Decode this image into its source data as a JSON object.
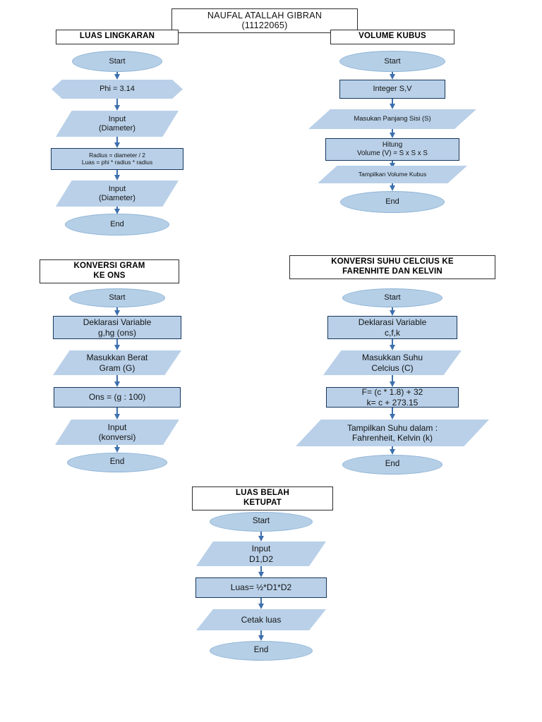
{
  "header": {
    "name": "NAUFAL ATALLAH GIBRAN",
    "student_id": "(11122065)"
  },
  "colors": {
    "node_fill": "#b9d0e8",
    "process_border": "#16365c",
    "arrow": "#3d6fad",
    "title_border": "#2b2b2b",
    "page_background": "#ffffff"
  },
  "charts": [
    {
      "id": "luas-lingkaran",
      "title_lines": [
        "LUAS LINGKARAN"
      ],
      "nodes": [
        {
          "shape": "terminator",
          "lines": [
            "Start"
          ]
        },
        {
          "shape": "preparation",
          "lines": [
            "Phi = 3.14"
          ]
        },
        {
          "shape": "io",
          "lines": [
            "Input",
            "(Diameter)"
          ]
        },
        {
          "shape": "process",
          "lines": [
            "Radius = diameter / 2",
            "Luas = phi * radius * radius"
          ]
        },
        {
          "shape": "io",
          "lines": [
            "Input",
            "(Diameter)"
          ]
        },
        {
          "shape": "terminator",
          "lines": [
            "End"
          ]
        }
      ]
    },
    {
      "id": "volume-kubus",
      "title_lines": [
        "VOLUME KUBUS"
      ],
      "nodes": [
        {
          "shape": "terminator",
          "lines": [
            "Start"
          ]
        },
        {
          "shape": "process",
          "lines": [
            "Integer S,V"
          ]
        },
        {
          "shape": "io",
          "lines": [
            "Masukan Panjang Sisi (S)"
          ]
        },
        {
          "shape": "process",
          "lines": [
            "Hitung",
            "Volume (V) = S x S x S"
          ]
        },
        {
          "shape": "io",
          "lines": [
            "Tampilkan Volume Kubus"
          ]
        },
        {
          "shape": "terminator",
          "lines": [
            "End"
          ]
        }
      ]
    },
    {
      "id": "konversi-gram-ke-ons",
      "title_lines": [
        "KONVERSI GRAM",
        "KE ONS"
      ],
      "nodes": [
        {
          "shape": "terminator",
          "lines": [
            "Start"
          ]
        },
        {
          "shape": "process",
          "lines": [
            "Deklarasi Variable",
            "g,hg (ons)"
          ]
        },
        {
          "shape": "io",
          "lines": [
            "Masukkan Berat",
            "Gram (G)"
          ]
        },
        {
          "shape": "process",
          "lines": [
            "Ons = (g : 100)"
          ]
        },
        {
          "shape": "io",
          "lines": [
            "Input",
            "(konversi)"
          ]
        },
        {
          "shape": "terminator",
          "lines": [
            "End"
          ]
        }
      ]
    },
    {
      "id": "konversi-suhu",
      "title_lines": [
        "KONVERSI SUHU CELCIUS KE",
        "FARENHITE DAN KELVIN"
      ],
      "nodes": [
        {
          "shape": "terminator",
          "lines": [
            "Start"
          ]
        },
        {
          "shape": "process",
          "lines": [
            "Deklarasi Variable",
            "c,f,k"
          ]
        },
        {
          "shape": "io",
          "lines": [
            "Masukkan Suhu",
            "Celcius (C)"
          ]
        },
        {
          "shape": "process",
          "lines": [
            "F= (c * 1.8) + 32",
            "k= c + 273.15"
          ]
        },
        {
          "shape": "io",
          "lines": [
            "Tampilkan Suhu dalam :",
            "Fahrenheit, Kelvin (k)"
          ]
        },
        {
          "shape": "terminator",
          "lines": [
            "End"
          ]
        }
      ]
    },
    {
      "id": "luas-belah-ketupat",
      "title_lines": [
        "LUAS BELAH",
        "KETUPAT"
      ],
      "nodes": [
        {
          "shape": "terminator",
          "lines": [
            "Start"
          ]
        },
        {
          "shape": "io",
          "lines": [
            "Input",
            "D1,D2"
          ]
        },
        {
          "shape": "process",
          "lines": [
            "Luas= ½*D1*D2"
          ]
        },
        {
          "shape": "io",
          "lines": [
            "Cetak luas"
          ]
        },
        {
          "shape": "terminator",
          "lines": [
            "End"
          ]
        }
      ]
    }
  ]
}
